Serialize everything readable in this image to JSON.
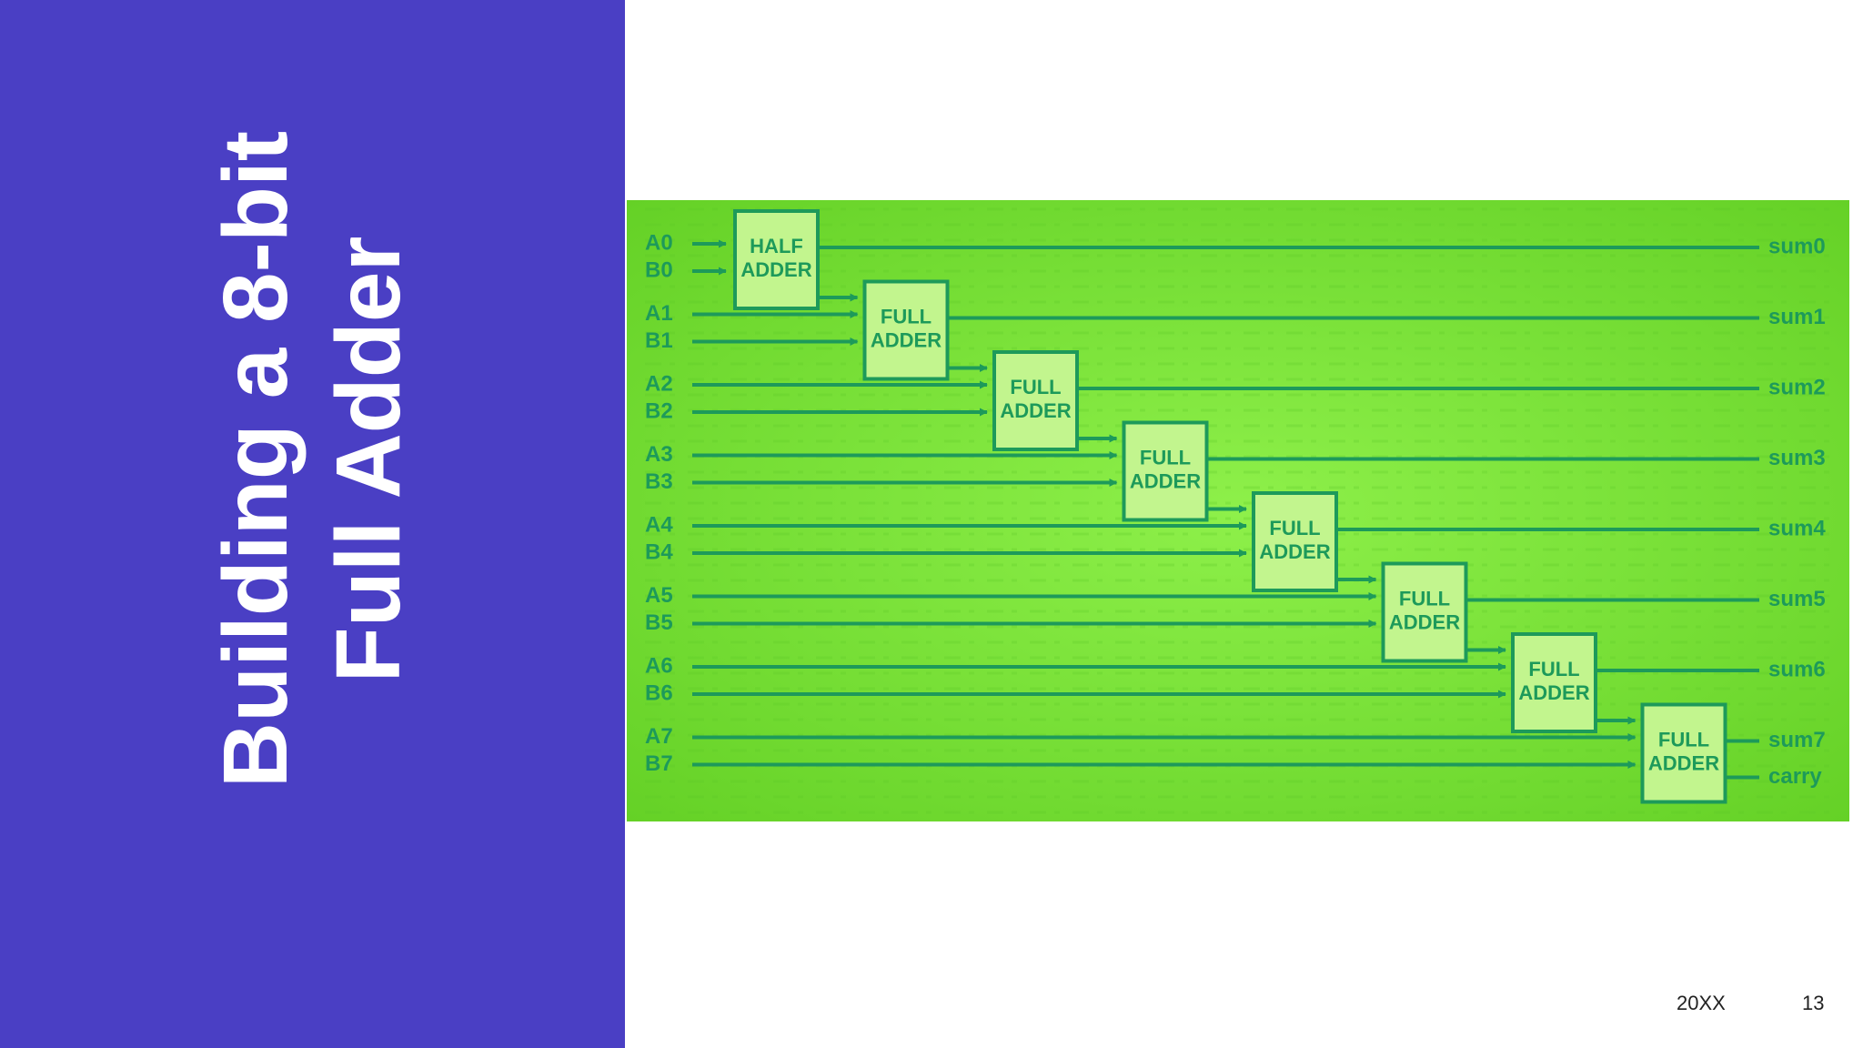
{
  "slide": {
    "title_line1": "Building a 8-bit",
    "title_line2": "Full Adder",
    "footer_date": "20XX",
    "page_number": "13"
  },
  "colors": {
    "panel": "#4a3fc4",
    "diagram_bg": "#7fe033",
    "diagram_line": "#1d9a5a",
    "box_fill": "#c2f58e"
  },
  "diagram": {
    "inputs_a": [
      "A0",
      "A1",
      "A2",
      "A3",
      "A4",
      "A5",
      "A6",
      "A7"
    ],
    "inputs_b": [
      "B0",
      "B1",
      "B2",
      "B3",
      "B4",
      "B5",
      "B6",
      "B7"
    ],
    "blocks": [
      {
        "line1": "HALF",
        "line2": "ADDER"
      },
      {
        "line1": "FULL",
        "line2": "ADDER"
      },
      {
        "line1": "FULL",
        "line2": "ADDER"
      },
      {
        "line1": "FULL",
        "line2": "ADDER"
      },
      {
        "line1": "FULL",
        "line2": "ADDER"
      },
      {
        "line1": "FULL",
        "line2": "ADDER"
      },
      {
        "line1": "FULL",
        "line2": "ADDER"
      },
      {
        "line1": "FULL",
        "line2": "ADDER"
      }
    ],
    "outputs": [
      "sum0",
      "sum1",
      "sum2",
      "sum3",
      "sum4",
      "sum5",
      "sum6",
      "sum7"
    ],
    "carry_label": "carry"
  }
}
